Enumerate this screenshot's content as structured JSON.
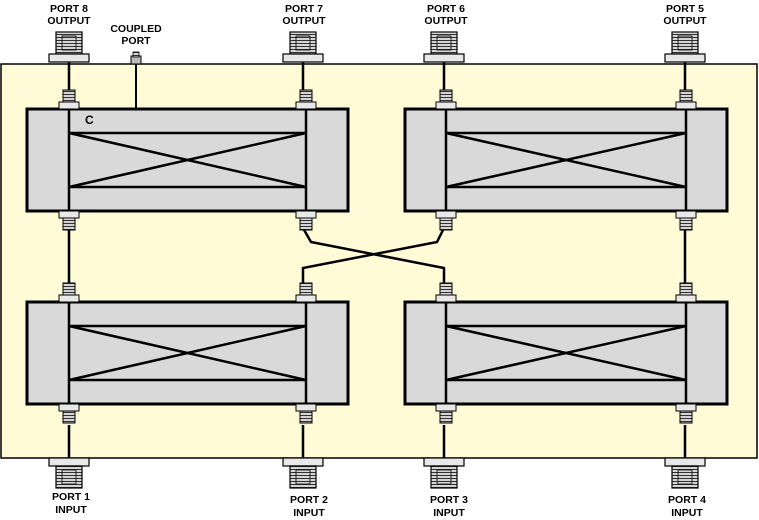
{
  "colors": {
    "board_fill": "#fefbd6",
    "coupler_fill": "#d9d9d9",
    "line": "#000000",
    "connector_fill": "#e8e8e8"
  },
  "ports": {
    "port8": {
      "name": "PORT 8",
      "role": "OUTPUT"
    },
    "port7": {
      "name": "PORT 7",
      "role": "OUTPUT"
    },
    "port6": {
      "name": "PORT 6",
      "role": "OUTPUT"
    },
    "port5": {
      "name": "PORT 5",
      "role": "OUTPUT"
    },
    "port1": {
      "name": "PORT 1",
      "role": "INPUT"
    },
    "port2": {
      "name": "PORT 2",
      "role": "INPUT"
    },
    "port3": {
      "name": "PORT 3",
      "role": "INPUT"
    },
    "port4": {
      "name": "PORT 4",
      "role": "INPUT"
    },
    "coupled": {
      "line1": "COUPLED",
      "line2": "PORT"
    }
  },
  "coupler_mark": "C",
  "icons": {
    "coupler": "hybrid-coupler-icon",
    "connector": "sma-connector-icon"
  }
}
